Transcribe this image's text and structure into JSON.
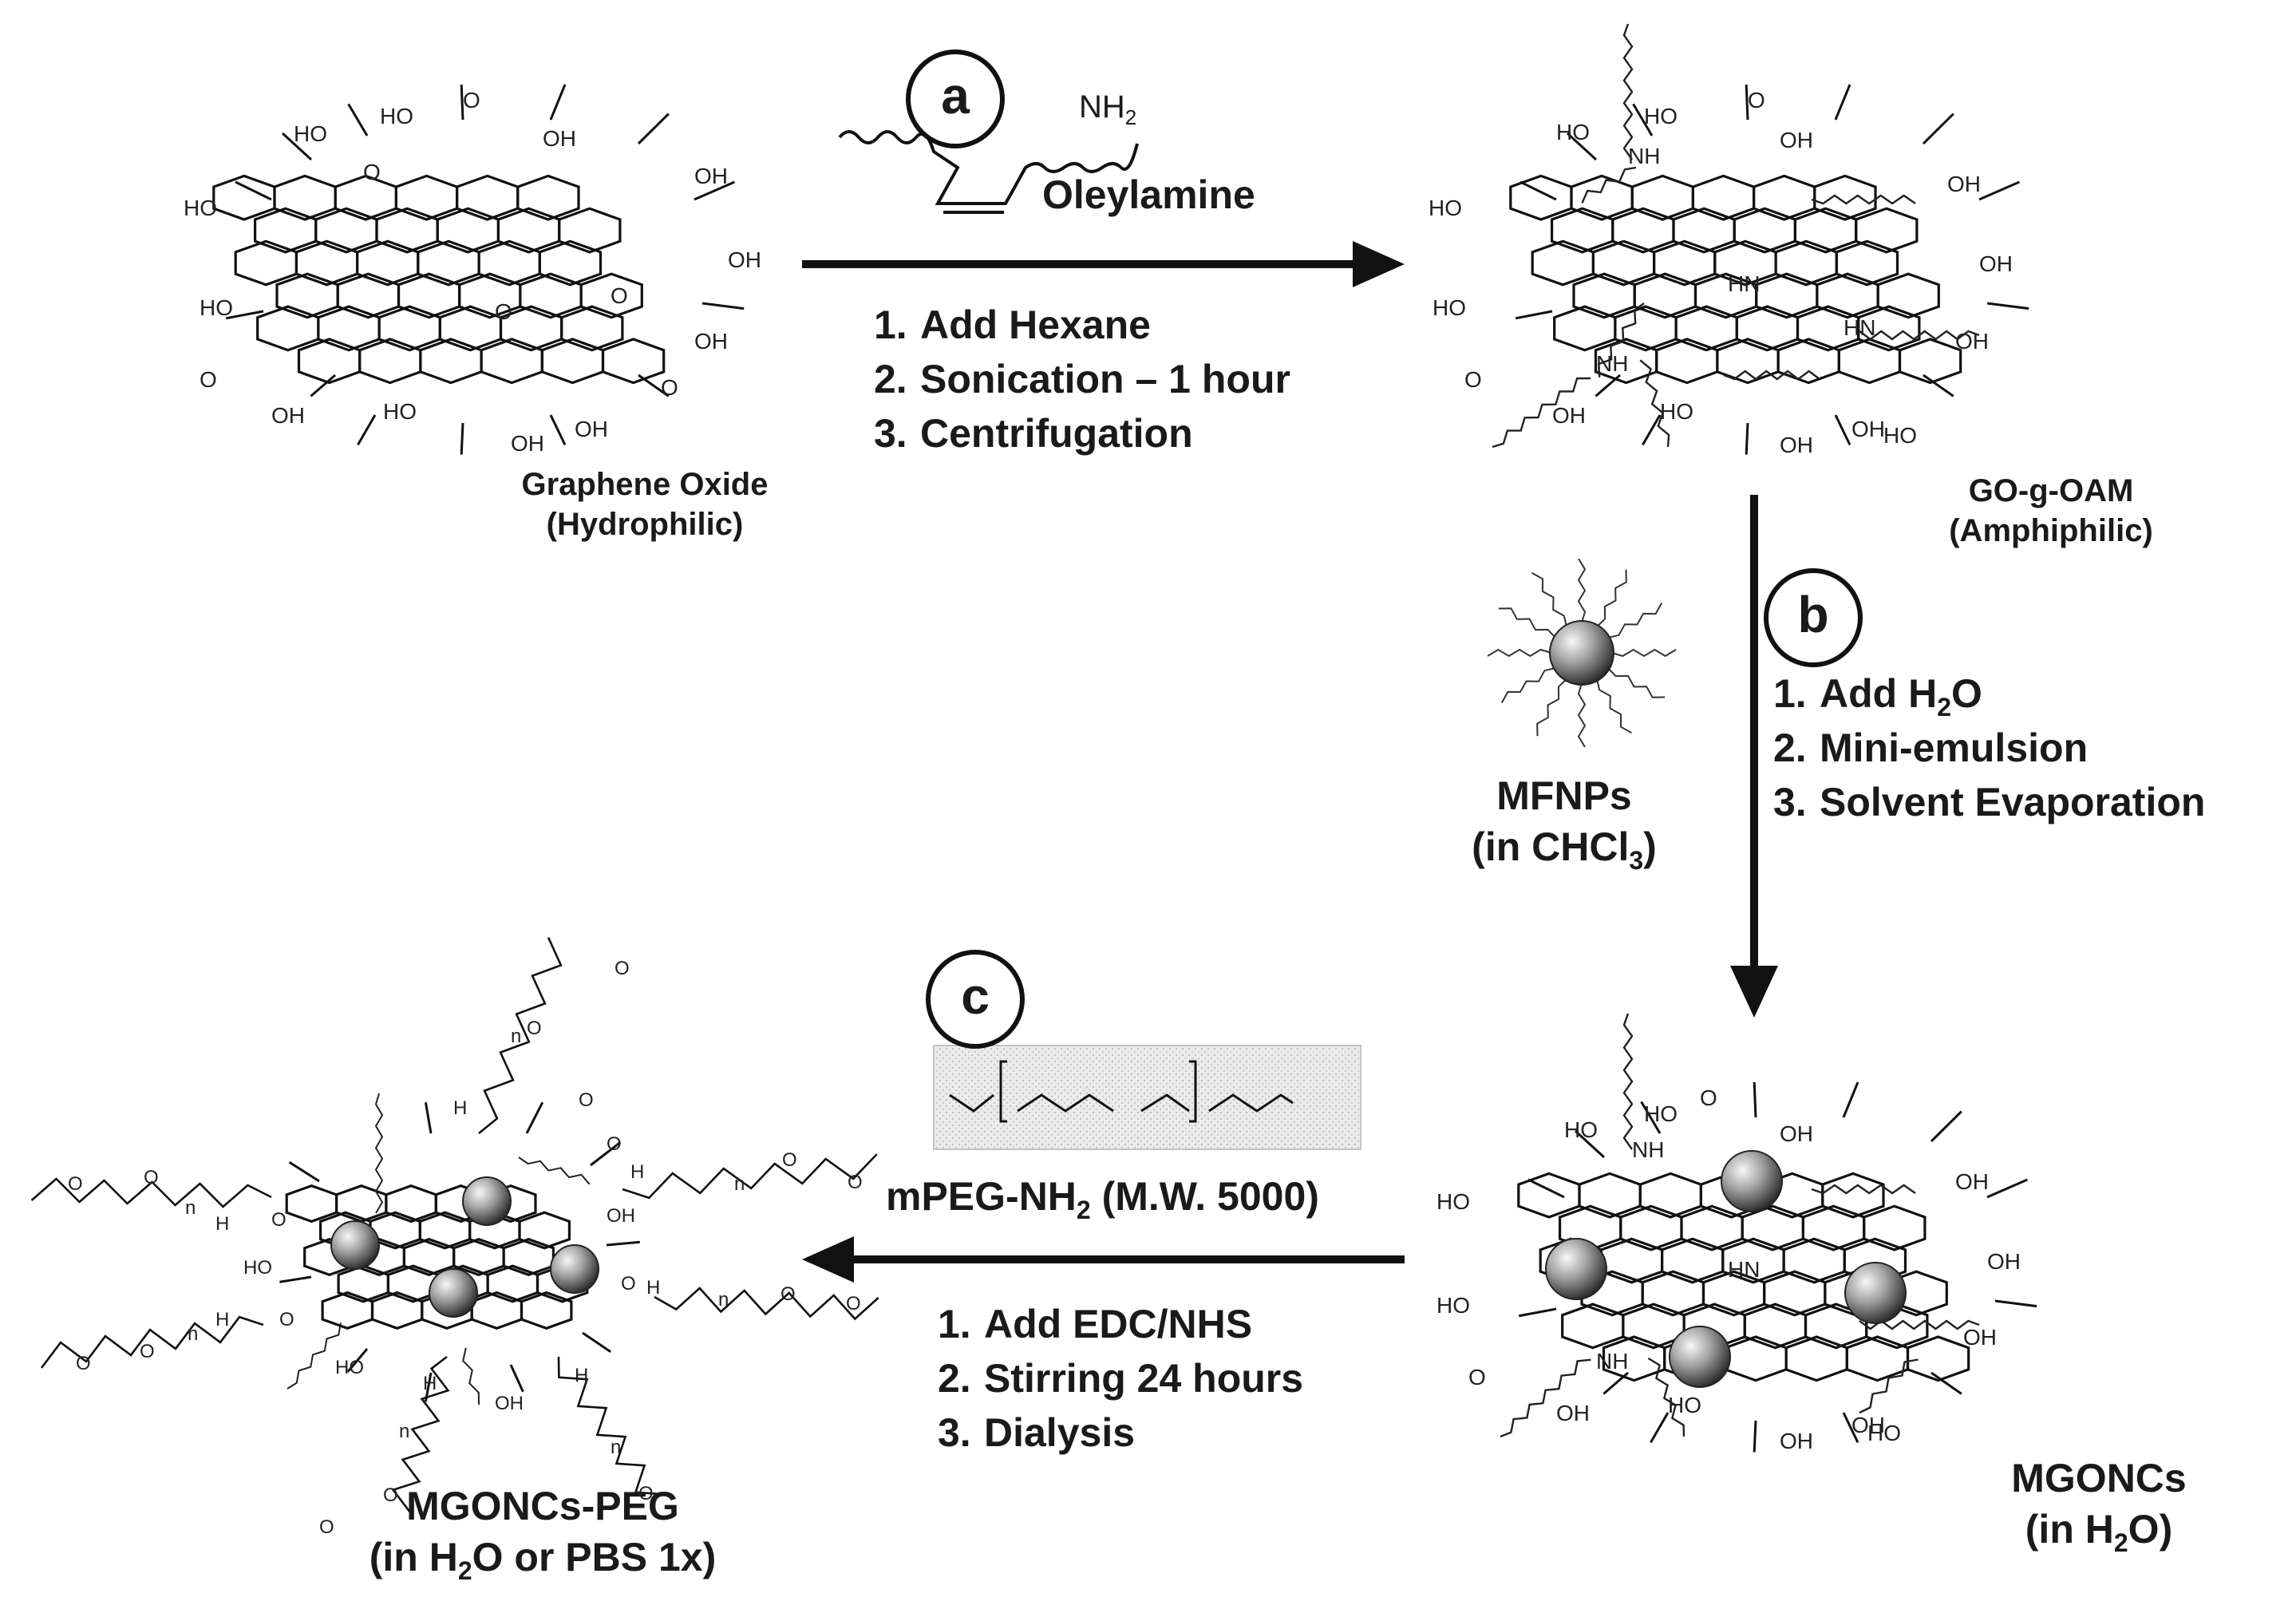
{
  "reagents": {
    "a": {
      "letter": "a",
      "group": "NH",
      "group_sub": "2",
      "name": "Oleylamine"
    },
    "b": {
      "letter": "b"
    },
    "c": {
      "letter": "c",
      "name_pre": "mPEG-NH",
      "name_sub": "2",
      "name_post": " (M.W. 5000)"
    }
  },
  "steps_a": [
    {
      "num": "1.",
      "text": "Add Hexane"
    },
    {
      "num": "2.",
      "text": "Sonication – 1 hour"
    },
    {
      "num": "3.",
      "text": "Centrifugation"
    }
  ],
  "steps_b": [
    {
      "num": "1.",
      "pre": "Add H",
      "sub": "2",
      "post": "O"
    },
    {
      "num": "2.",
      "pre": "Mini-emulsion",
      "sub": "",
      "post": ""
    },
    {
      "num": "3.",
      "pre": "Solvent Evaporation",
      "sub": "",
      "post": ""
    }
  ],
  "steps_c": [
    {
      "num": "1.",
      "text": "Add EDC/NHS"
    },
    {
      "num": "2.",
      "text": "Stirring 24 hours"
    },
    {
      "num": "3.",
      "text": "Dialysis"
    }
  ],
  "products": {
    "graphene_oxide": {
      "line1": "Graphene Oxide",
      "line2": "(Hydrophilic)"
    },
    "go_g_oam": {
      "line1": "GO-g-OAM",
      "line2": "(Amphiphilic)"
    },
    "mfnps": {
      "line1": "MFNPs",
      "line2_pre": "(in CHCl",
      "line2_sub": "3",
      "line2_post": ")"
    },
    "mgoncs": {
      "line1": "MGONCs",
      "line2_pre": "(in H",
      "line2_sub": "2",
      "line2_post": "O)"
    },
    "mgoncs_peg": {
      "line1": "MGONCs-PEG",
      "line2_pre": "(in H",
      "line2_sub": "2",
      "line2_post": "O or PBS 1x)"
    }
  },
  "chem_labels": {
    "oh": "OH",
    "ho": "HO",
    "o": "O",
    "nh": "NH",
    "hn": "HN",
    "h": "H",
    "n": "n",
    "nh2": "NH2"
  },
  "colors": {
    "ink": "#111111",
    "sphere_light": "#f2f2f2",
    "sphere_dark": "#3a3a3a",
    "peg_box": "#d9d9d9"
  }
}
